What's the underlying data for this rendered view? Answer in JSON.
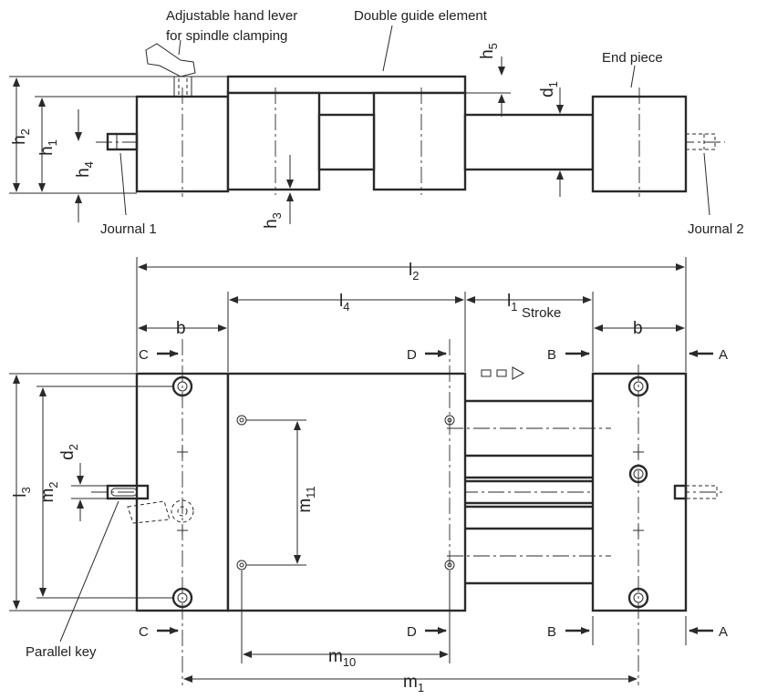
{
  "callouts": {
    "lever_line1": "Adjustable hand lever",
    "lever_line2": "for spindle clamping",
    "double_guide": "Double guide element",
    "end_piece": "End piece",
    "journal1": "Journal 1",
    "journal2": "Journal 2",
    "parallel_key": "Parallel key",
    "stroke": "Stroke"
  },
  "dimensions": {
    "h": "h",
    "l": "l",
    "m": "m",
    "d": "d",
    "b": "b",
    "sub_1": "1",
    "sub_2": "2",
    "sub_3": "3",
    "sub_4": "4",
    "sub_5": "5",
    "sub_10": "10",
    "sub_11": "11"
  },
  "section_marks": {
    "a": "A",
    "b": "B",
    "c": "C",
    "d": "D"
  }
}
